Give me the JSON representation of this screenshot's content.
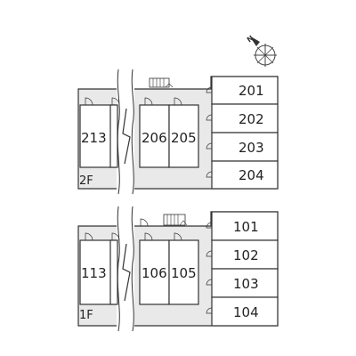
{
  "compass": {
    "label": "N"
  },
  "floors": [
    {
      "id": "2f",
      "label": "2F",
      "right_rooms": [
        "201",
        "202",
        "203",
        "204"
      ],
      "left_rooms": [
        "213",
        "206",
        "205"
      ]
    },
    {
      "id": "1f",
      "label": "1F",
      "right_rooms": [
        "101",
        "102",
        "103",
        "104"
      ],
      "left_rooms": [
        "113",
        "106",
        "105"
      ]
    }
  ],
  "colors": {
    "corridor": "#e9e9e9",
    "outline": "#333333",
    "room_fill": "#ffffff"
  }
}
